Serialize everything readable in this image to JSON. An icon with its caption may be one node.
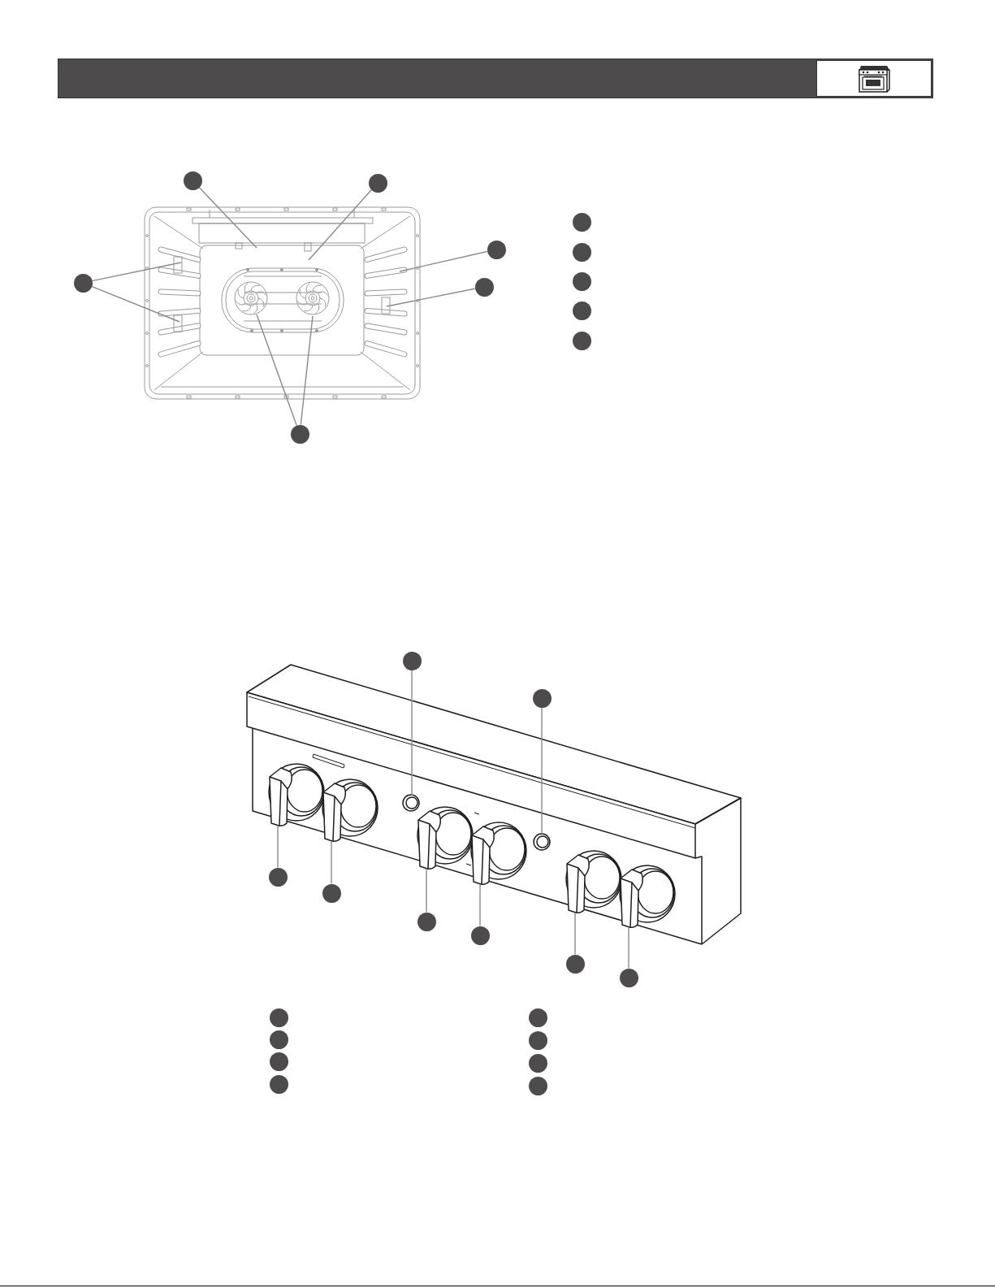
{
  "diagram": {
    "nodes": [
      {
        "text": [],
        "shape": "circle"
      },
      {
        "text": [],
        "shape": "circle"
      },
      {
        "text": [],
        "shape": "circle"
      },
      {
        "text": [],
        "shape": "circle"
      },
      {
        "text": [],
        "shape": "circle"
      },
      {
        "text": [],
        "shape": "circle"
      },
      {
        "text": [],
        "shape": "circle"
      },
      {
        "text": [],
        "shape": "circle"
      },
      {
        "text": [],
        "shape": "circle"
      },
      {
        "text": [],
        "shape": "circle"
      },
      {
        "text": [],
        "shape": "circle"
      },
      {
        "text": [],
        "shape": "circle"
      },
      {
        "text": [],
        "shape": "circle"
      },
      {
        "text": [],
        "shape": "circle"
      },
      {
        "text": [],
        "shape": "circle"
      },
      {
        "text": [],
        "shape": "circle"
      },
      {
        "text": [],
        "shape": "circle"
      },
      {
        "text": [],
        "shape": "circle"
      },
      {
        "text": [],
        "shape": "circle"
      },
      {
        "text": [],
        "shape": "circle"
      },
      {
        "text": [],
        "shape": "circle"
      },
      {
        "text": [],
        "shape": "circle"
      },
      {
        "text": [],
        "shape": "circle"
      },
      {
        "text": [],
        "shape": "circle"
      },
      {
        "text": [],
        "shape": "circle"
      },
      {
        "text": [],
        "shape": "circle"
      },
      {
        "text": [],
        "shape": "circle"
      }
    ],
    "edges": [
      {
        "from": 0,
        "to": null,
        "arrow": "none"
      },
      {
        "from": 1,
        "to": null,
        "arrow": "none"
      },
      {
        "from": 2,
        "to": null,
        "arrow": "none"
      },
      {
        "from": 2,
        "to": null,
        "arrow": "none"
      },
      {
        "from": 3,
        "to": null,
        "arrow": "none"
      },
      {
        "from": 4,
        "to": null,
        "arrow": "none"
      },
      {
        "from": 5,
        "to": null,
        "arrow": "none"
      },
      {
        "from": 5,
        "to": null,
        "arrow": "none"
      },
      {
        "from": 11,
        "to": null,
        "arrow": "none"
      },
      {
        "from": 12,
        "to": null,
        "arrow": "none"
      },
      {
        "from": 13,
        "to": null,
        "arrow": "none"
      },
      {
        "from": 14,
        "to": null,
        "arrow": "none"
      },
      {
        "from": 15,
        "to": null,
        "arrow": "none"
      },
      {
        "from": 16,
        "to": null,
        "arrow": "none"
      },
      {
        "from": 17,
        "to": null,
        "arrow": "none"
      },
      {
        "from": 18,
        "to": null,
        "arrow": "none"
      }
    ]
  }
}
